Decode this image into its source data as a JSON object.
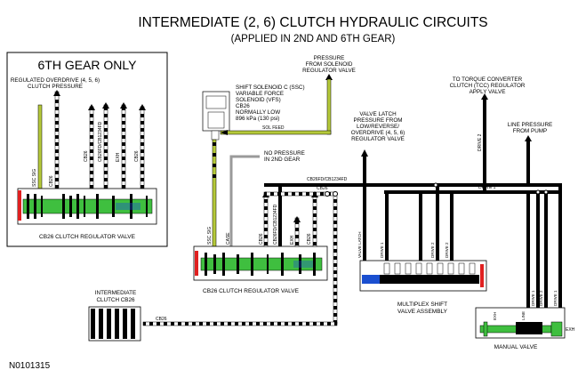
{
  "title": "INTERMEDIATE (2, 6) CLUTCH HYDRAULIC CIRCUITS",
  "subtitle": "(APPLIED IN 2ND AND 6TH GEAR)",
  "inset": {
    "title": "6TH GEAR ONLY",
    "regulated_overdrive_line1": "REGULATED OVERDRIVE (4, 5, 6)",
    "regulated_overdrive_line2": "CLUTCH PRESSURE",
    "valve_label": "CB26 CLUTCH REGULATOR VALVE",
    "port_labels": [
      "SSC SIG",
      "CB26",
      "CB26",
      "CB26FD/CB1234FD",
      "EXH",
      "CB26"
    ]
  },
  "labels": {
    "pressure_from_solenoid": [
      "PRESSURE",
      "FROM SOLENOID",
      "REGULATOR VALVE"
    ],
    "shift_solenoid": [
      "SHIFT SOLENOID C (SSC)",
      "VARIABLE FORCE",
      "SOLENOID (VFS)",
      "CB26",
      "NORMALLY LOW",
      "896 kPa (130 psi)"
    ],
    "sol_feed": "SOL FEED",
    "no_pressure": [
      "NO PRESSURE",
      "IN 2ND GEAR"
    ],
    "valve_latch": [
      "VALVE LATCH",
      "PRESSURE FROM",
      "LOW/REVERSE/",
      "OVERDRIVE (4, 5, 6)",
      "REGULATOR VALVE"
    ],
    "to_tcc": [
      "TO TORQUE CONVERTER",
      "CLUTCH (TCC) REGULATOR",
      "APPLY VALVE"
    ],
    "line_pressure": [
      "LINE PRESSURE",
      "FROM PUMP"
    ],
    "drive_2": "DRIVE 2",
    "drive_1": "DRIVE 1",
    "cb26fd": "CB26FD/CB1234FD",
    "cb26_line": "CB26",
    "cb26_bottom": "CB26",
    "intermediate_clutch": [
      "INTERMEDIATE",
      "CLUTCH CB26"
    ],
    "main_valve_label": "CB26 CLUTCH REGULATOR VALVE",
    "main_ports": [
      "SSC SIG",
      "CASE",
      "CB26",
      "CB26FD/CB1234FD",
      "EXH",
      "CB26"
    ],
    "multiplex_label": [
      "MULTIPLEX SHIFT",
      "VALVE ASSEMBLY"
    ],
    "multiplex_ports": [
      "VALVE LATCH",
      "DRIVE 1",
      "DRIVE 2",
      "DRIVE 2"
    ],
    "manual_valve_label": "MANUAL VALVE",
    "manual_ports": [
      "EXH",
      "LINE",
      "DRIVE 1",
      "DRIVE 2",
      "DRIVE 1"
    ],
    "manual_exh": "EXH",
    "figure_id": "N0101315"
  },
  "colors": {
    "line": "#000000",
    "green": "#3fbf3f",
    "yellow_green": "#b5c93a",
    "red": "#e02020",
    "blue": "#1a4fd0",
    "grey": "#9a9a9a"
  }
}
